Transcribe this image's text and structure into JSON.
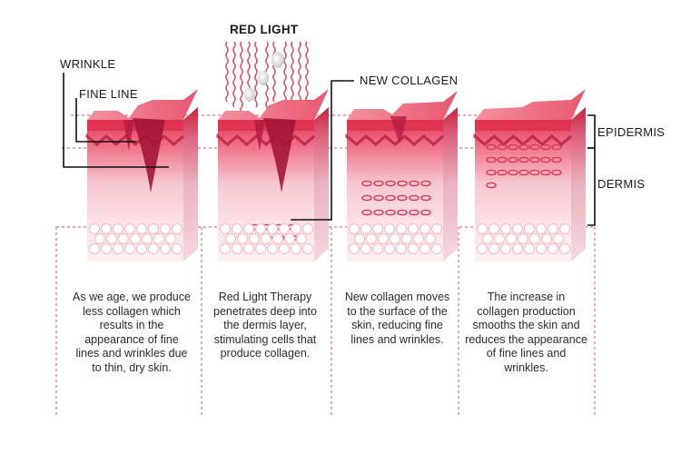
{
  "labels": {
    "red_light": "RED LIGHT",
    "wrinkle": "WRINKLE",
    "fine_line": "FINE LINE",
    "new_collagen": "NEW COLLAGEN",
    "epidermis": "EPIDERMIS",
    "dermis": "DERMIS"
  },
  "captions": [
    "As we age, we produce less collagen which results in the appearance of fine lines and wrinkles due to thin, dry skin.",
    "Red Light Therapy penetrates deep into the dermis layer, stimulating cells that produce collagen.",
    "New collagen moves to the surface of the skin, reducing fine lines and wrinkles.",
    "The increase in collagen production smooths the skin and reduces the appearance of fine lines and wrinkles."
  ],
  "colors": {
    "accent": "#e8496a",
    "guide": "#e8496a",
    "epidermis_top": "#f07a8a",
    "dermis_face": "#f6c6cf",
    "collagen": "#d8385a"
  }
}
